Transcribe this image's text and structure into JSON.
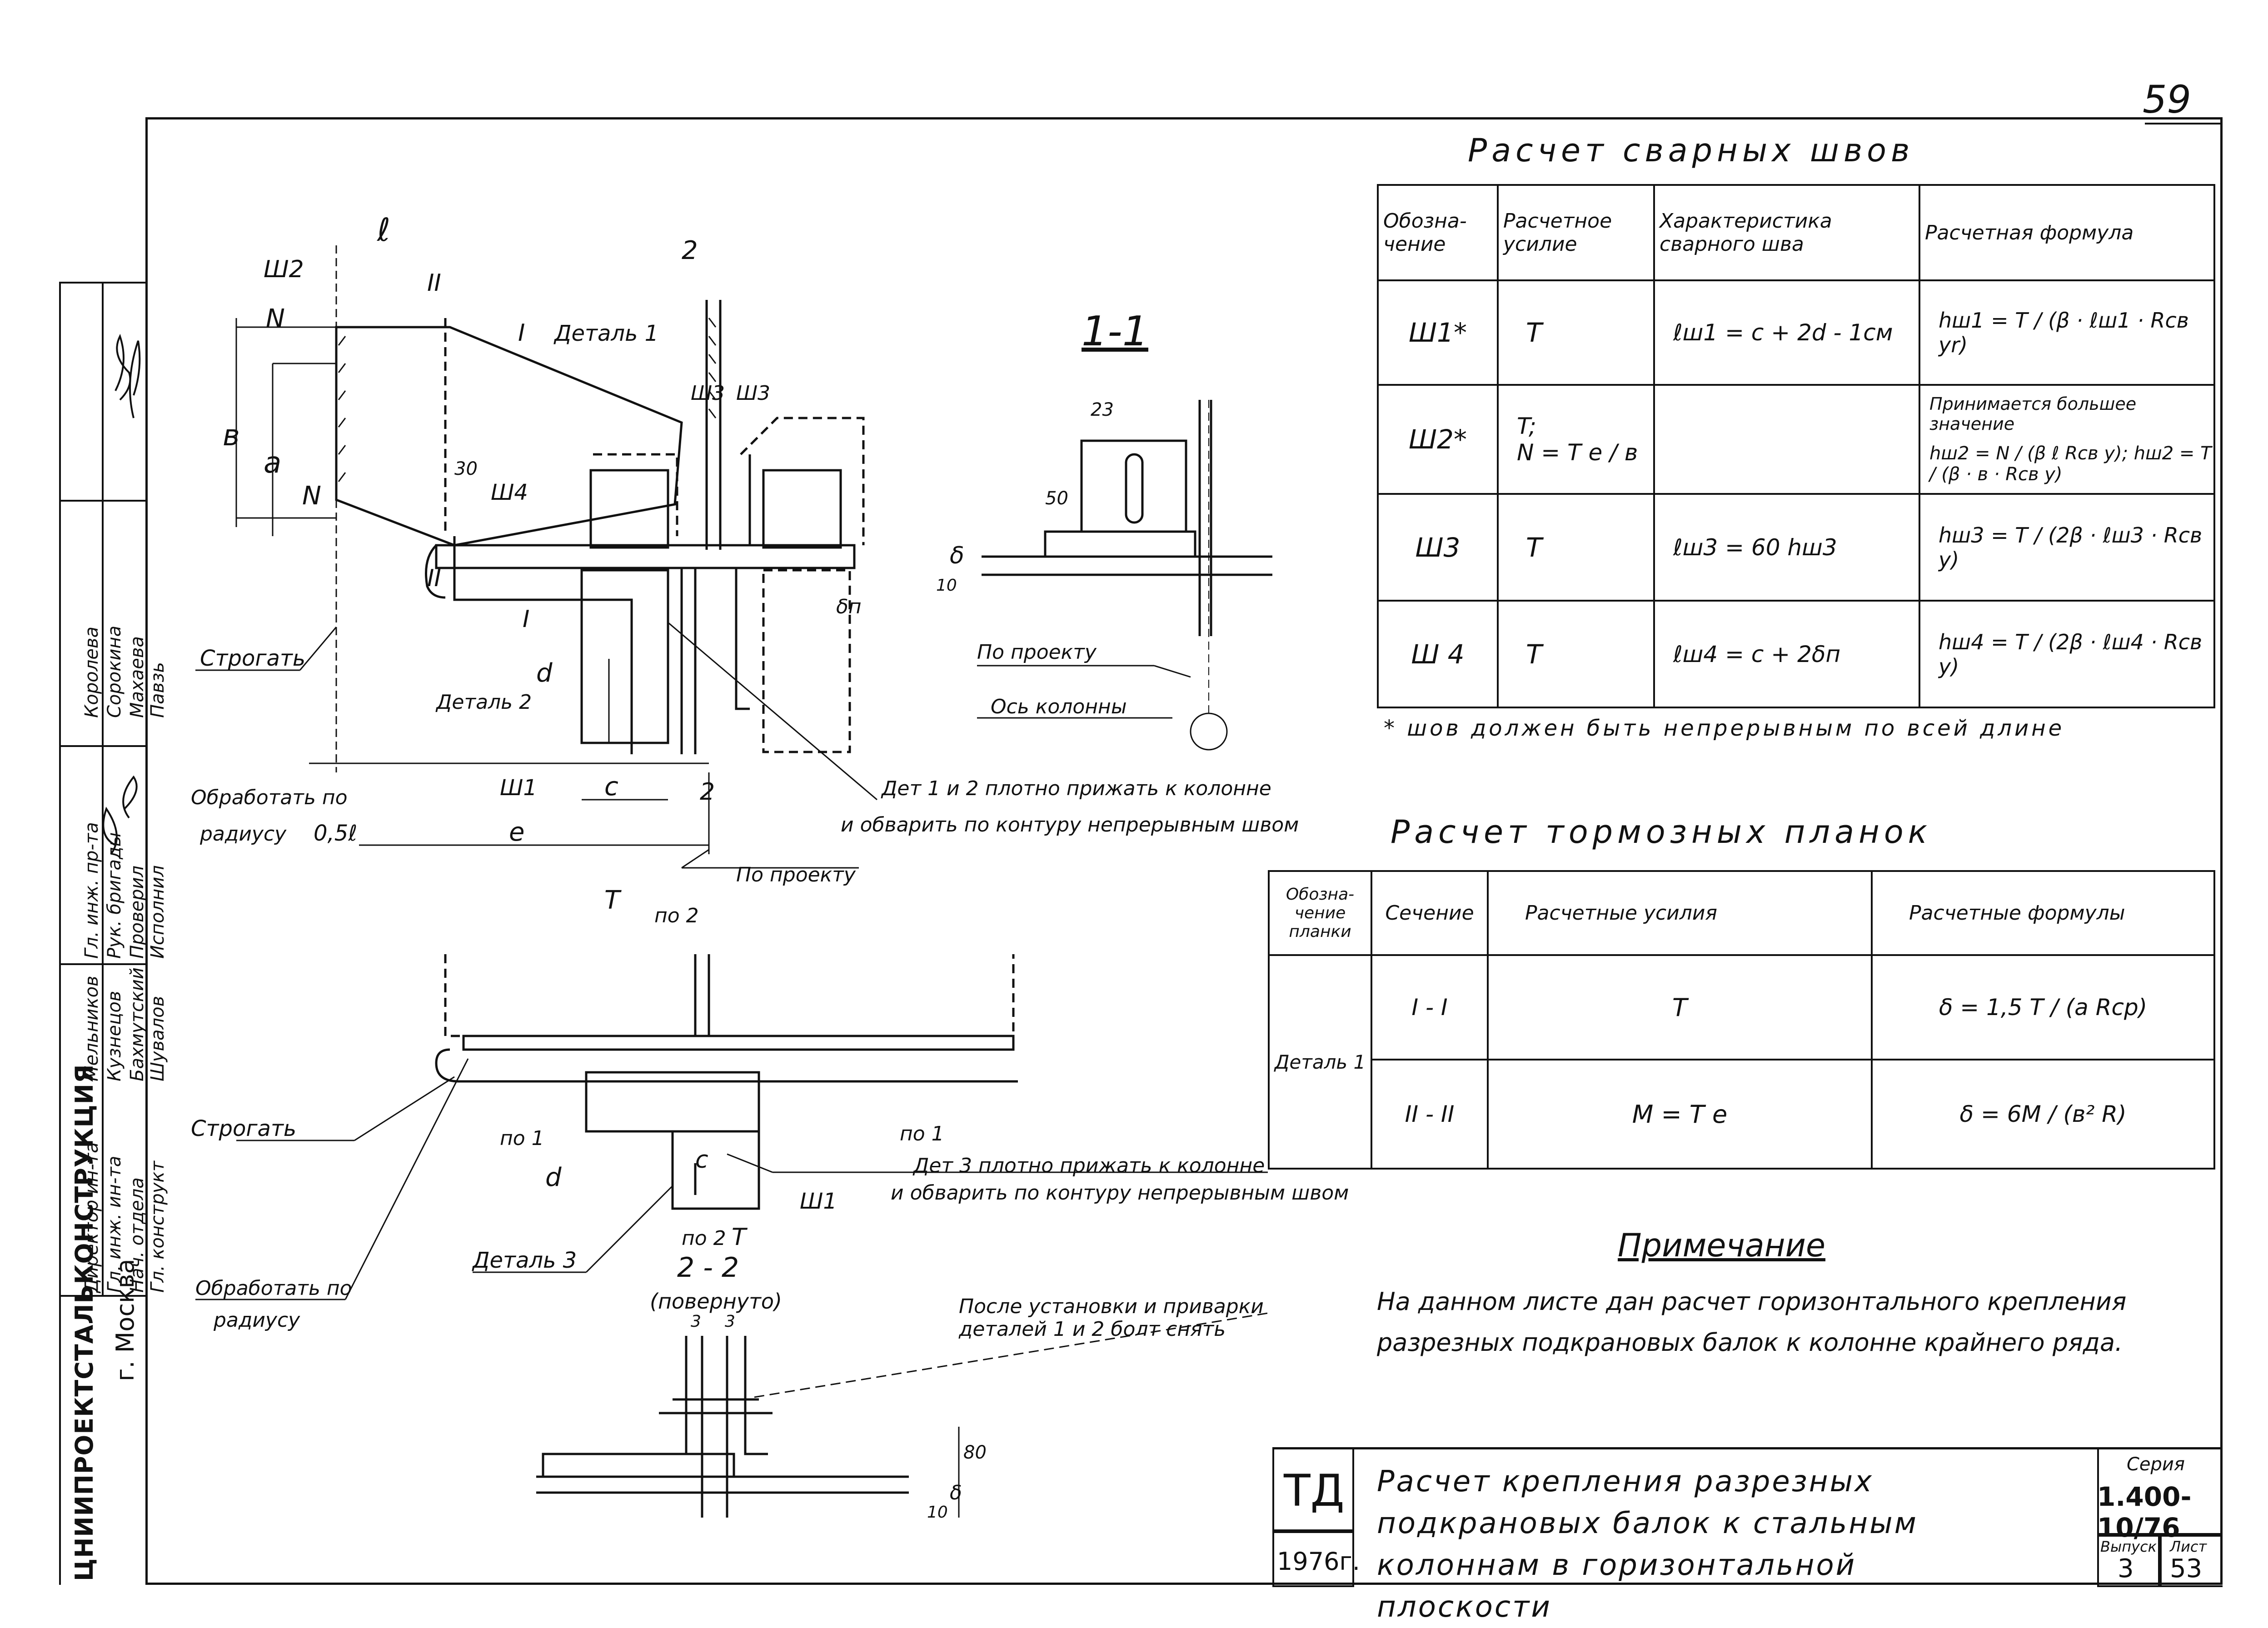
{
  "page_number": "59",
  "welds": {
    "title": "Расчет сварных швов",
    "headers": [
      "Обозна-\nчение",
      "Расчетное\nусилие",
      "Характеристика\nсварного шва",
      "Расчетная формула"
    ],
    "rows": [
      {
        "designation": "Ш1*",
        "force": "T",
        "characteristic": "ℓш1 = c + 2d - 1см",
        "formula": "hш1 = T / (β · ℓш1 · Rсв yr)"
      },
      {
        "designation": "Ш2*",
        "force": "T;\nN = T e / в",
        "characteristic": "",
        "formula_note": "Принимается большее значение",
        "formula": "hш2 = N / (β ℓ Rсв y);  hш2 = T / (β · в · Rсв y)"
      },
      {
        "designation": "Ш3",
        "force": "T",
        "characteristic": "ℓш3 = 60 hш3",
        "formula": "hш3 = T / (2β · ℓш3 · Rсв y)"
      },
      {
        "designation": "Ш 4",
        "force": "T",
        "characteristic": "ℓш4 = c + 2δп",
        "formula": "hш4 = T / (2β · ℓш4 · Rсв y)"
      }
    ],
    "footnote": "* шов должен быть непрерывным по всей длине"
  },
  "brakes": {
    "title": "Расчет тормозных планок",
    "headers": [
      "Обозна-\nчение\nпланки",
      "Сечение",
      "Расчетные усилия",
      "Расчетные формулы"
    ],
    "detail": "Деталь 1",
    "rows": [
      {
        "section": "I - I",
        "force": "T",
        "formula": "δ = 1,5 T / (a Rср)"
      },
      {
        "section": "II - II",
        "force": "M = T e",
        "formula": "δ = 6M / (в² R)"
      }
    ]
  },
  "note": {
    "title": "Примечание",
    "text": "На данном листе дан расчет горизонтального крепления разрезных подкрановых балок к колонне крайнего ряда."
  },
  "drawing_labels": {
    "sh2": "Ш2",
    "l": "ℓ",
    "N": "N",
    "v": "в",
    "a": "а",
    "II": "II",
    "I": "I",
    "detail1": "Деталь 1",
    "two": "2",
    "sh3": "Ш3",
    "sh4": "Ш4",
    "thirty": "30",
    "strogat": "Строгать",
    "detail2": "Деталь 2",
    "d": "d",
    "sh1": "Ш1",
    "c": "c",
    "obrabotat": "Обработать по",
    "radiusu": "радиусу",
    "half_l": "0,5ℓ",
    "e": "e",
    "det12": "Дет 1 и 2 плотно прижать к колонне",
    "det12b": "и обварить по контуру непрерывным швом",
    "po_proektu": "По проекту",
    "T": "T",
    "po2": "по 2",
    "po1": "по 1",
    "det3": "Дет 3 плотно прижать к колонне",
    "det3b": "и обварить по контуру непрерывным швом",
    "detail3": "Деталь 3",
    "section22": "2 - 2",
    "povernuto": "(повернуто)",
    "posle": "После установки и приварки",
    "posleb": "деталей 1 и 2 болт снять",
    "section11": "1-1",
    "d23": "23",
    "d50": "50",
    "delta": "δ",
    "d10": "10",
    "delta_p": "δп",
    "os_kolonny": "Ось колонны",
    "d80": "80",
    "d3": "3"
  },
  "left_strip": {
    "org": "ЦНИИПРОЕКТСТАЛЬКОНСТРУКЦИЯ",
    "city": "г. Москва",
    "roles": [
      "Директор ин-та",
      "Гл. инж. ин-та",
      "Нач. отдела",
      "Гл. конструкт",
      "Гл. инж. пр-та",
      "Рук. бригады",
      "Проверил",
      "Исполнил"
    ],
    "names": [
      "Мельников",
      "Кузнецов",
      "Бахмутский",
      "Шувалов",
      "Королева",
      "Сорокина",
      "Махаева",
      "Павзь"
    ]
  },
  "stamp": {
    "td": "ТД",
    "year": "1976г.",
    "title": "Расчет крепления разрезных подкрановых балок к стальным колоннам в горизонтальной плоскости",
    "series_label": "Серия",
    "series": "1.400-10/76",
    "issue_label": "Выпуск",
    "issue": "3",
    "sheet_label": "Лист",
    "sheet": "53"
  }
}
